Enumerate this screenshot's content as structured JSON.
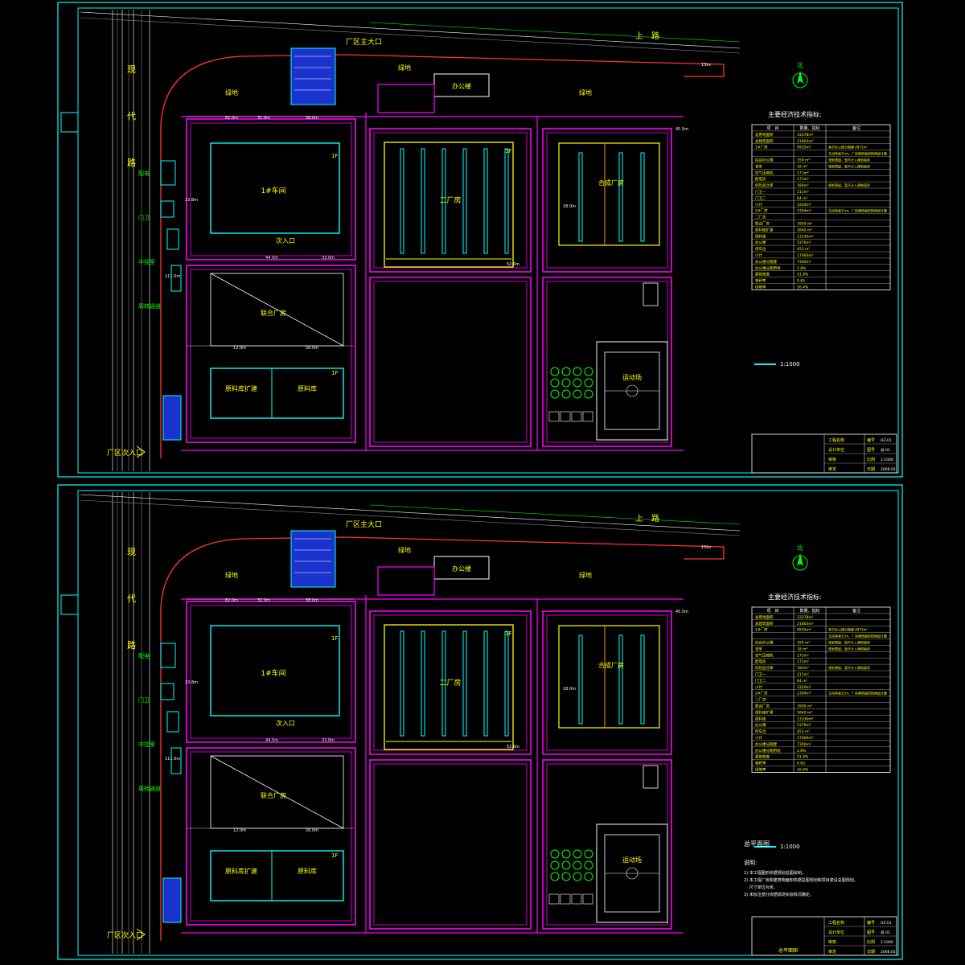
{
  "colors": {
    "background": "#000000",
    "frame": "#00ffff",
    "road": "#ff00ff",
    "building": "#00ffff",
    "workshop_line": "#00ffff",
    "boundary": "#ff3333",
    "dim": "#ffffff",
    "label": "#ffff00",
    "green_label": "#00ff00",
    "highlight": "#ffff00",
    "orange": "#ff9900",
    "blue_fill": "#1a33cc"
  },
  "sheets": [
    {
      "id": "sheet-1",
      "labels": {
        "entrance_north": "厂区主大口",
        "entrance_west": "厂区次入口",
        "road_west_chars": [
          "现",
          "代",
          "路"
        ],
        "road_north": "上　路",
        "green_west": "绿地",
        "green_east": "绿地",
        "green_small": "绿地",
        "office": "办公楼",
        "workshop_1": "1#车间",
        "workshop_2": "二厂房",
        "workshop_3": "合成厂房",
        "workshop_4": "联合厂房",
        "raw_expand": "原料库扩建",
        "raw_store": "原料库",
        "sports": "运动场",
        "second_entrance": "次入口",
        "floors_1f": "1F",
        "west_labels": [
          "配电",
          "门卫",
          "中控室",
          "周转通道"
        ],
        "north": "北",
        "table_title": "主要经济技术指标:",
        "scale": "1:1000",
        "power_label": "15kv"
      },
      "table": {
        "headers": [
          "项　目",
          "数量、指标",
          "备注"
        ],
        "rows": [
          [
            "总用地面积",
            "33378m²",
            ""
          ],
          [
            "总建筑面积",
            "21803m²",
            ""
          ],
          [
            "1#厂房",
            "9935m²",
            "其中办公楼分期建 4871m²"
          ],
          [
            "",
            "",
            "车间净高11m，厂房建筑面积按两层计算"
          ],
          [
            "综合办公楼",
            "359 m²",
            "规划预留，暂不计入建筑面积"
          ],
          [
            "食堂",
            "18 m²",
            "规划预留，暂不计入建筑面积"
          ],
          [
            "空气压缩机",
            "171m²",
            ""
          ],
          [
            "配电房",
            "171m²",
            ""
          ],
          [
            "危险品仓库",
            "180m²",
            "规划预留，暂不计入建筑面积"
          ],
          [
            "门卫一",
            "111m²",
            ""
          ],
          [
            "门卫二",
            "64 m²",
            ""
          ],
          [
            "小计",
            "3320m²",
            ""
          ],
          [
            "2#厂房",
            "2304m²",
            "车间净高11m，厂房建筑面积按两层计算"
          ],
          [
            "二厂房",
            "",
            ""
          ],
          [
            "联合厂房",
            "3900 m²",
            ""
          ],
          [
            "原料库扩建",
            "5840 m²",
            ""
          ],
          [
            "原料库",
            "13330m²",
            ""
          ],
          [
            "办公楼",
            "5376m²",
            ""
          ],
          [
            "停车位",
            "453 m²",
            ""
          ],
          [
            "小计",
            "17060m²",
            ""
          ],
          [
            "办公楼分期建",
            "7300m²",
            ""
          ],
          [
            "办公楼分期用地",
            "2.8%",
            ""
          ],
          [
            "建筑密度",
            "51.8%",
            ""
          ],
          [
            "容积率",
            "0.65",
            ""
          ],
          [
            "绿地率",
            "16.4%",
            ""
          ]
        ]
      },
      "title_block": {
        "rows": [
          [
            "工程名称",
            "编号"
          ],
          [
            "设计单位",
            "图号"
          ],
          [
            "审核",
            "比例"
          ],
          [
            "审定",
            "日期"
          ]
        ],
        "values": [
          "HZ-01",
          "总-01",
          "1:1000",
          "2008.05"
        ]
      },
      "dims": [
        "62.0m",
        "31.0m",
        "38.0m",
        "44.5m",
        "33.0m",
        "12.0m",
        "56.0m",
        "23.8m",
        "111.0m",
        "52.0m",
        "45.5m",
        "18.0m"
      ]
    },
    {
      "id": "sheet-2",
      "labels": {
        "entrance_north": "厂区主大口",
        "entrance_west": "厂区次入口",
        "road_west_chars": [
          "现",
          "代",
          "路"
        ],
        "road_north": "上　路",
        "green_west": "绿地",
        "green_east": "绿地",
        "green_small": "绿地",
        "office": "办公楼",
        "workshop_1": "1#车间",
        "workshop_2": "二厂房",
        "workshop_3": "合成厂房",
        "workshop_4": "联合厂房",
        "raw_expand": "原料库扩建",
        "raw_store": "原料库",
        "sports": "运动场",
        "second_entrance": "次入口",
        "floors_1f": "1F",
        "west_labels": [
          "配电",
          "门卫",
          "中控室",
          "周转通道"
        ],
        "north": "北",
        "table_title": "主要经济技术指标:",
        "scale": "1:1000",
        "plan_title": "总平面图",
        "power_label": "15kv"
      },
      "notes": {
        "title": "说明:",
        "lines": [
          "1) 本工程图形依据规划总图绘制。",
          "2) 本工程厂房和建筑物面积依据总图规划和项目建设总图规划。",
          "　 尺寸单位为米。",
          "3) 未标注部分依据现场实际情况确定。"
        ]
      },
      "table": {
        "headers": [
          "项　目",
          "数量、指标",
          "备注"
        ],
        "rows": [
          [
            "总用地面积",
            "33378m²",
            ""
          ],
          [
            "总建筑面积",
            "21803m²",
            ""
          ],
          [
            "1#厂房",
            "9935m²",
            "其中办公楼分期建 4871m²"
          ],
          [
            "",
            "",
            "车间净高11m，厂房建筑面积按两层计算"
          ],
          [
            "综合办公楼",
            "359 m²",
            "规划预留，暂不计入建筑面积"
          ],
          [
            "食堂",
            "18 m²",
            "规划预留，暂不计入建筑面积"
          ],
          [
            "空气压缩机",
            "171m²",
            ""
          ],
          [
            "配电房",
            "171m²",
            ""
          ],
          [
            "危险品仓库",
            "180m²",
            "规划预留，暂不计入建筑面积"
          ],
          [
            "门卫一",
            "111m²",
            ""
          ],
          [
            "门卫二",
            "64 m²",
            ""
          ],
          [
            "小计",
            "3320m²",
            ""
          ],
          [
            "2#厂房",
            "2304m²",
            "车间净高11m，厂房建筑面积按两层计算"
          ],
          [
            "二厂房",
            "",
            ""
          ],
          [
            "联合厂房",
            "3900 m²",
            ""
          ],
          [
            "原料库扩建",
            "5840 m²",
            ""
          ],
          [
            "原料库",
            "13330m²",
            ""
          ],
          [
            "办公楼",
            "5376m²",
            ""
          ],
          [
            "停车位",
            "453 m²",
            ""
          ],
          [
            "小计",
            "17060m²",
            ""
          ],
          [
            "办公楼分期建",
            "7300m²",
            ""
          ],
          [
            "办公楼分期用地",
            "2.8%",
            ""
          ],
          [
            "建筑密度",
            "51.8%",
            ""
          ],
          [
            "容积率",
            "0.65",
            ""
          ],
          [
            "绿地率",
            "16.4%",
            ""
          ]
        ]
      },
      "title_block": {
        "rows": [
          [
            "工程名称",
            "编号"
          ],
          [
            "设计单位",
            "图号"
          ],
          [
            "审核",
            "比例"
          ],
          [
            "审定",
            "日期"
          ]
        ],
        "values": [
          "HZ-01",
          "总-02",
          "1:1000",
          "2008.05"
        ],
        "sheet_name": "总平面图"
      },
      "dims": [
        "62.0m",
        "31.0m",
        "38.0m",
        "44.5m",
        "33.0m",
        "12.0m",
        "56.0m",
        "23.8m",
        "111.0m",
        "52.0m",
        "45.5m",
        "18.0m"
      ]
    }
  ]
}
